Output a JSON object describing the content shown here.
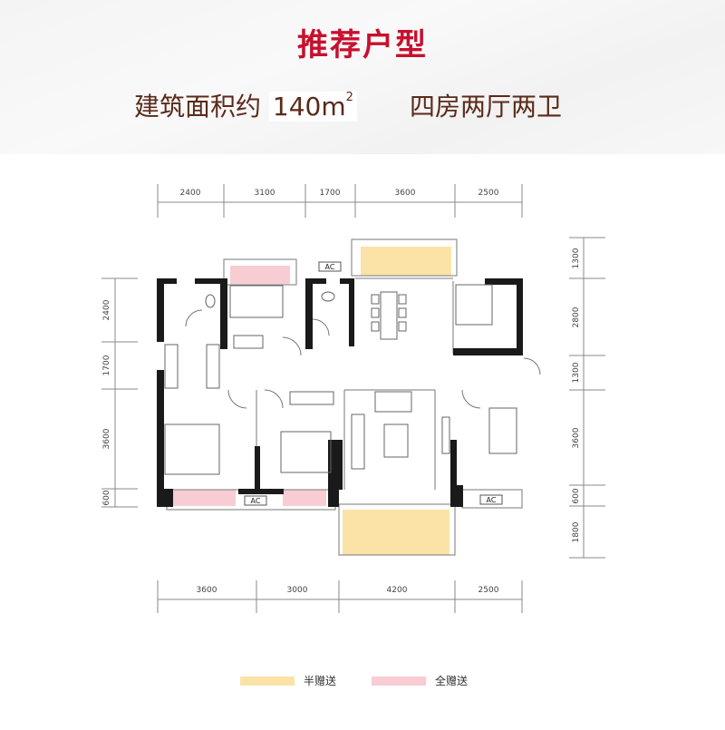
{
  "header": {
    "title": "推荐户型",
    "area_label": "建筑面积约",
    "area_value": "140m",
    "area_unit_sup": "2",
    "layout": "四房两厅两卫"
  },
  "dimensions": {
    "top": [
      "2400",
      "3100",
      "1700",
      "3600",
      "2500"
    ],
    "bottom": [
      "3600",
      "3000",
      "4200",
      "2500"
    ],
    "left": [
      "2400",
      "1700",
      "3600",
      "600"
    ],
    "right": [
      "1300",
      "2800",
      "1300",
      "3600",
      "600",
      "1800"
    ]
  },
  "labels": {
    "ac": "AC"
  },
  "legend": [
    {
      "label": "半赠送",
      "color": "#fbe3a8"
    },
    {
      "label": "全赠送",
      "color": "#f8ccd3"
    }
  ],
  "colors": {
    "title": "#c8102e",
    "subtitle": "#5a2a1a",
    "wall": "#1a1a1a",
    "half_gift": "#fbe3a8",
    "full_gift": "#f8ccd3"
  }
}
